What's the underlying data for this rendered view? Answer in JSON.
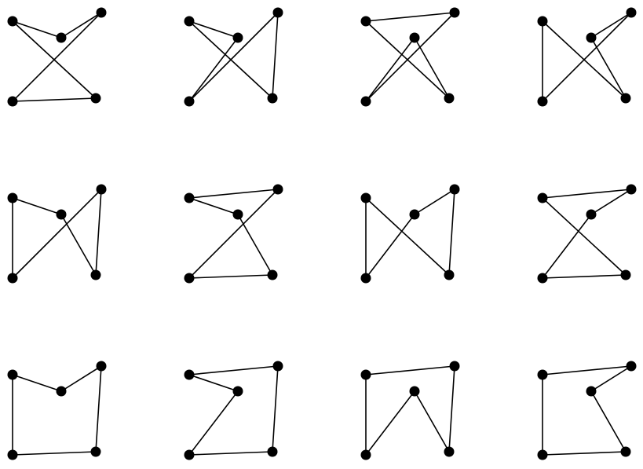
{
  "figure": {
    "description_visible_text": "",
    "colors": {
      "edge": "#000000",
      "vertex": "#000000",
      "background": "#ffffff"
    },
    "vertices": [
      "top-left",
      "center",
      "top-right",
      "bottom-right",
      "bottom-left"
    ],
    "panels": [
      {
        "cycle": [
          "top-left",
          "center",
          "top-right",
          "bottom-left",
          "bottom-right"
        ]
      },
      {
        "cycle": [
          "top-left",
          "center",
          "bottom-left",
          "top-right",
          "bottom-right"
        ]
      },
      {
        "cycle": [
          "top-left",
          "top-right",
          "bottom-left",
          "center",
          "bottom-right"
        ]
      },
      {
        "cycle": [
          "top-left",
          "bottom-right",
          "center",
          "top-right",
          "bottom-left"
        ]
      },
      {
        "cycle": [
          "top-left",
          "center",
          "bottom-right",
          "top-right",
          "bottom-left"
        ]
      },
      {
        "cycle": [
          "top-left",
          "center",
          "bottom-right",
          "bottom-left",
          "top-right"
        ]
      },
      {
        "cycle": [
          "top-left",
          "bottom-right",
          "top-right",
          "center",
          "bottom-left"
        ]
      },
      {
        "cycle": [
          "top-left",
          "top-right",
          "center",
          "bottom-left",
          "bottom-right"
        ]
      },
      {
        "cycle": [
          "top-left",
          "center",
          "top-right",
          "bottom-right",
          "bottom-left"
        ]
      },
      {
        "cycle": [
          "top-left",
          "center",
          "bottom-left",
          "bottom-right",
          "top-right"
        ]
      },
      {
        "cycle": [
          "top-left",
          "top-right",
          "bottom-right",
          "center",
          "bottom-left"
        ]
      },
      {
        "cycle": [
          "top-left",
          "bottom-left",
          "bottom-right",
          "center",
          "top-right"
        ]
      }
    ]
  }
}
